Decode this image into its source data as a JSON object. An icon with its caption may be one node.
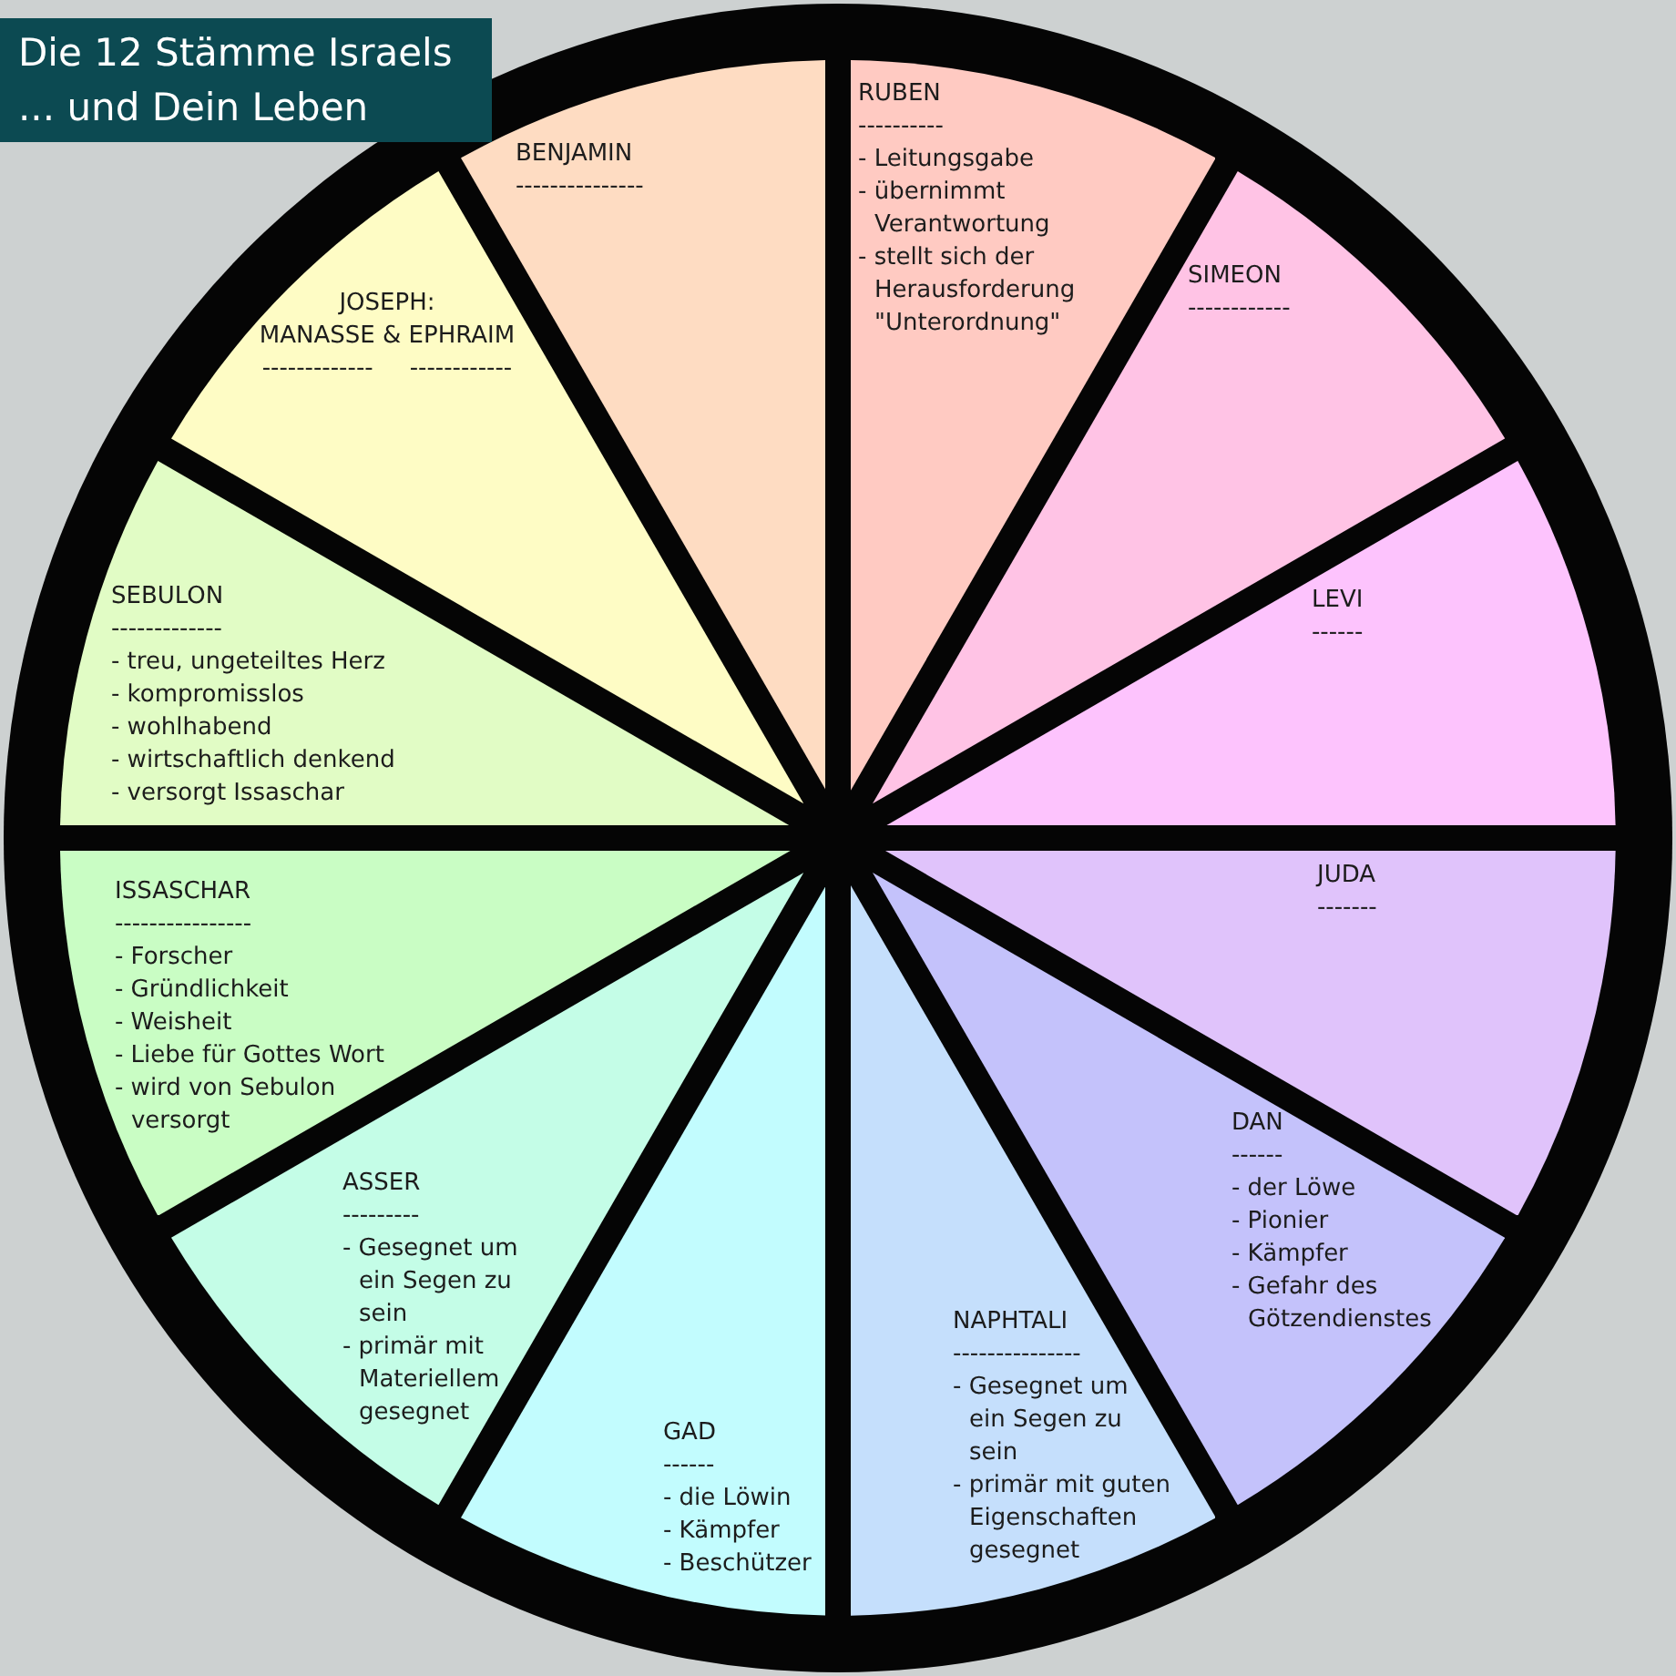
{
  "diagram": {
    "title": "Die 12 Stämme Israels ... und Dein Leben",
    "nodes": [
      {
        "text": [
          "RUBEN",
          "----------",
          "- Leitungsgabe",
          "- übernimmt Verantwortung",
          "- stellt sich der Herausforderung \"Unterordnung\""
        ]
      },
      {
        "text": [
          "SIMEON",
          "------------"
        ]
      },
      {
        "text": [
          "LEVI",
          "------"
        ]
      },
      {
        "text": [
          "JUDA",
          "-------"
        ]
      },
      {
        "text": [
          "DAN",
          "------",
          "- der Löwe",
          "- Pionier",
          "- Kämpfer",
          "- Gefahr des Götzendienstes"
        ]
      },
      {
        "text": [
          "NAPHTALI",
          "---------------",
          "- Gesegnet um ein Segen zu sein",
          "- primär mit guten Eigenschaften gesegnet"
        ]
      },
      {
        "text": [
          "GAD",
          "------",
          "- die Löwin",
          "- Kämpfer",
          "- Beschützer"
        ]
      },
      {
        "text": [
          "ASSER",
          "---------",
          "- Gesegnet um ein Segen zu sein",
          "- primär mit Materiellem gesegnet"
        ]
      },
      {
        "text": [
          "ISSASCHAR",
          "----------------",
          "- Forscher",
          "- Gründlichkeit",
          "- Weisheit",
          "- Liebe für Gottes Wort",
          "- wird von Sebulon versorgt"
        ]
      },
      {
        "text": [
          "SEBULON",
          "-------------",
          "- treu, ungeteiltes Herz",
          "- kompromisslos",
          "- wohlhabend",
          "- wirtschaftlich denkend",
          "- versorgt Issaschar"
        ]
      },
      {
        "text": [
          "JOSEPH:",
          "MANASSE & EPHRAIM",
          "-------------",
          "------------"
        ]
      },
      {
        "text": [
          "BENJAMIN",
          "---------------"
        ]
      }
    ]
  }
}
